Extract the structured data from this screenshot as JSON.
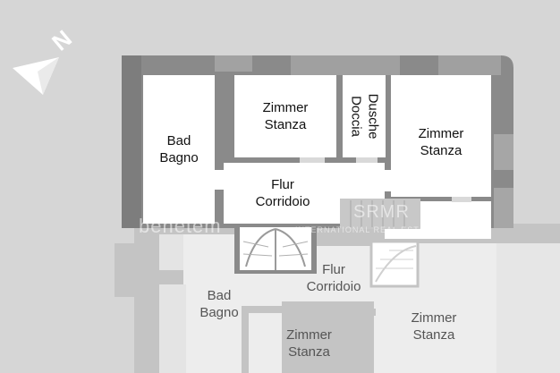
{
  "compass": {
    "label": "N",
    "icon": "north-arrow-icon"
  },
  "upper_floor": {
    "rooms": [
      {
        "id": "bad",
        "line1": "Bad",
        "line2": "Bagno"
      },
      {
        "id": "zimmer-1",
        "line1": "Zimmer",
        "line2": "Stanza"
      },
      {
        "id": "dusche",
        "line1": "Dusche",
        "line2": "Doccia"
      },
      {
        "id": "zimmer-2",
        "line1": "Zimmer",
        "line2": "Stanza"
      },
      {
        "id": "flur",
        "line1": "Flur",
        "line2": "Corridoio"
      }
    ]
  },
  "lower_floor": {
    "rooms": [
      {
        "id": "flur",
        "line1": "Flur",
        "line2": "Corridoio"
      },
      {
        "id": "bad",
        "line1": "Bad",
        "line2": "Bagno"
      },
      {
        "id": "zimmer-1",
        "line1": "Zimmer",
        "line2": "Stanza"
      },
      {
        "id": "zimmer-2",
        "line1": "Zimmer",
        "line2": "Stanza"
      }
    ]
  },
  "watermark": {
    "left": "benetem",
    "center": "SRMR",
    "sub": "INTERNATIONAL REAL ESTATE"
  },
  "colors": {
    "background": "#d6d6d6",
    "wall": "#8a8a8a",
    "room": "#ffffff",
    "faded_wall": "#c4c4c4",
    "faded_room": "#ededed"
  }
}
